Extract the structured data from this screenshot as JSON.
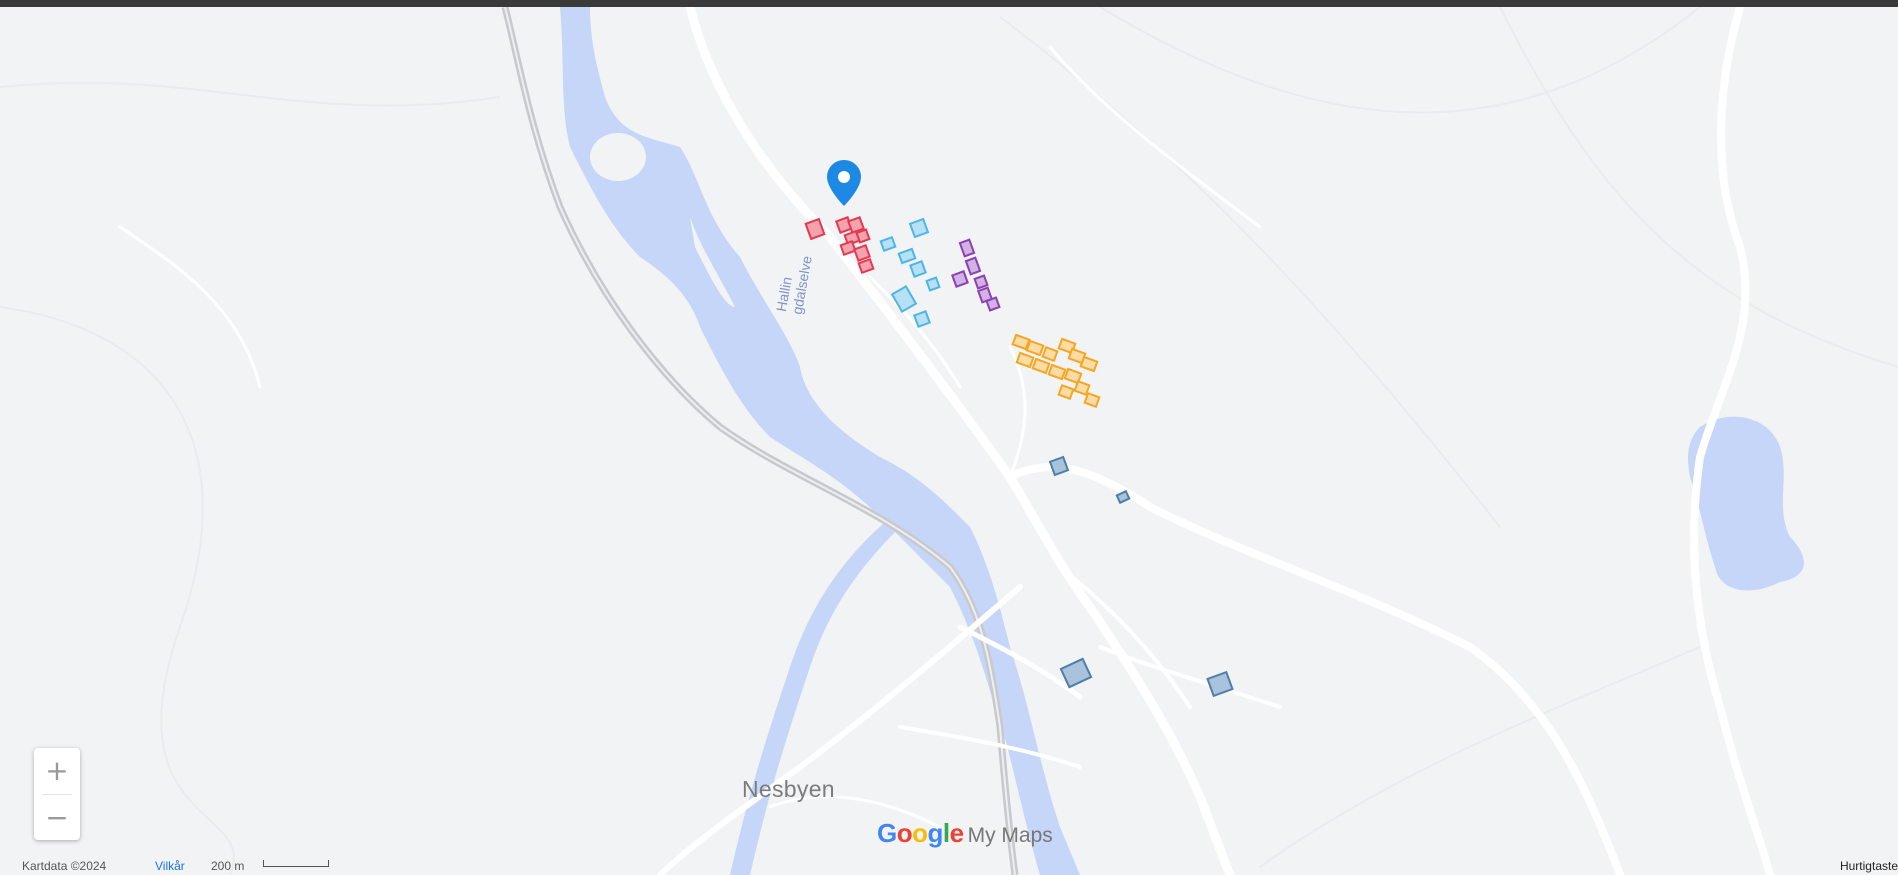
{
  "map": {
    "place_label": "Nesbyen",
    "river_label_line1": "Hallin",
    "river_label_line2": "gdalselve",
    "brand": {
      "google": "Google",
      "product": "My Maps"
    },
    "controls": {
      "zoom_in": "+",
      "zoom_out": "−"
    },
    "attribution": {
      "map_data": "Kartdata ©2024",
      "terms": "Vilkår",
      "scale": "200 m",
      "shortcuts": "Hurtigtaste"
    },
    "icons": {
      "marker": "map-pin-icon",
      "zoom_in": "plus-icon",
      "zoom_out": "minus-icon"
    },
    "colors": {
      "land": "#f2f3f5",
      "water": "#c6d6f8",
      "road": "#ffffff",
      "railway": "#c8c9cc",
      "marker": "#1e88e5",
      "group_red": "#e53950",
      "group_lightblue": "#4db6e6",
      "group_purple": "#8e3fb5",
      "group_orange": "#f5a623",
      "group_steelblue": "#5a8fc0"
    }
  }
}
